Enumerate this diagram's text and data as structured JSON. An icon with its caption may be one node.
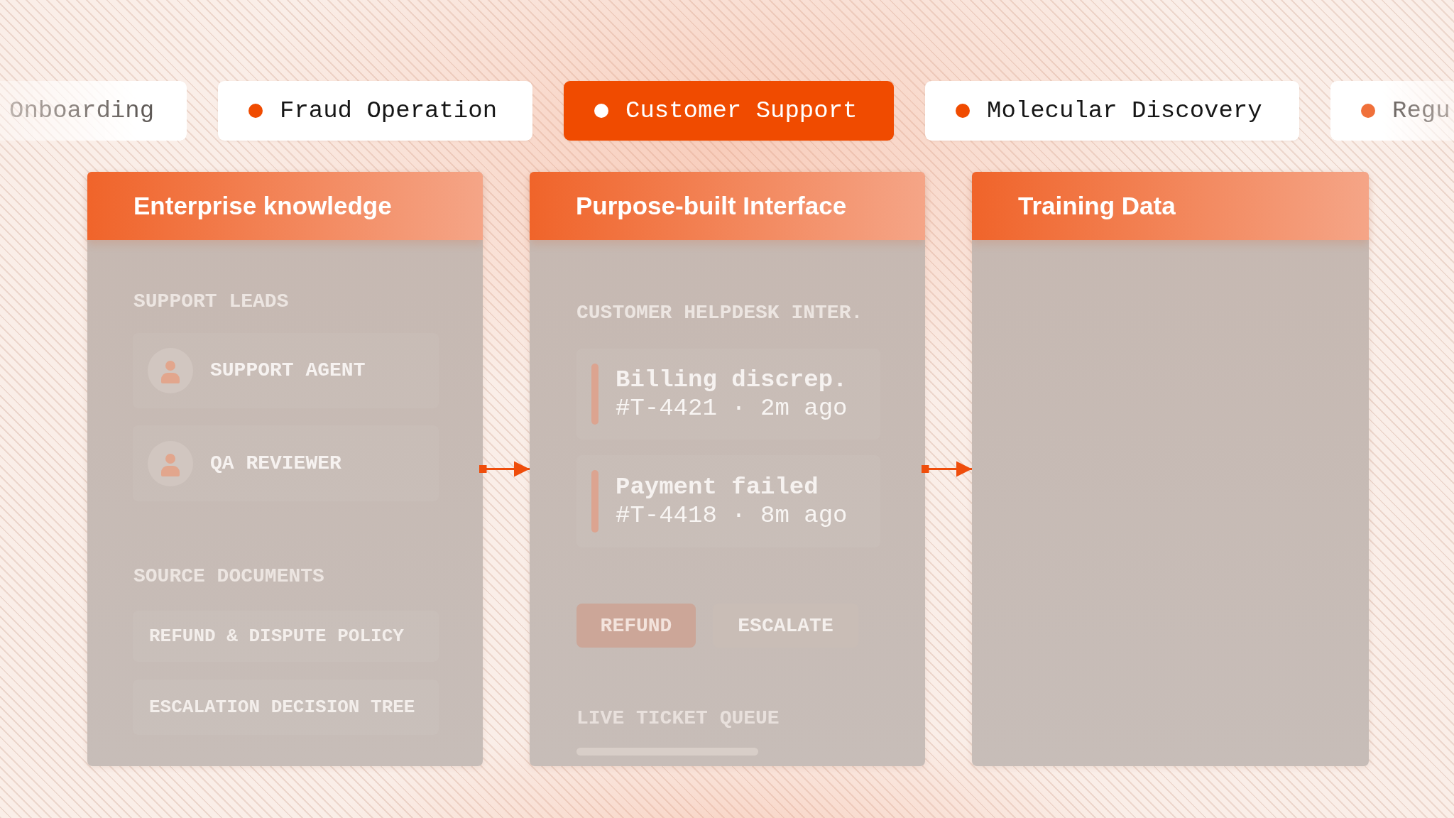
{
  "diagram": {
    "nodes": [
      {
        "text": [
          "Onboarding"
        ]
      },
      {
        "text": [
          "Fraud Operation"
        ]
      },
      {
        "text": [
          "Customer Support"
        ]
      },
      {
        "text": [
          "Molecular Discovery"
        ]
      },
      {
        "text": [
          "Regu"
        ]
      },
      {
        "text": [
          "Enterprise knowledge",
          "SUPPORT LEADS",
          "SOURCE DOCUMENTS"
        ]
      },
      {
        "text": [
          "SUPPORT AGENT"
        ],
        "in": 5
      },
      {
        "text": [
          "QA REVIEWER"
        ],
        "in": 5
      },
      {
        "text": [
          "REFUND & DISPUTE POLICY"
        ],
        "in": 5
      },
      {
        "text": [
          "ESCALATION DECISION TREE"
        ],
        "in": 5
      },
      {
        "text": [
          "Purpose-built Interface",
          "CUSTOMER HELPDESK INTER.",
          "LIVE TICKET QUEUE"
        ]
      },
      {
        "text": [
          "Billing discrep.",
          "#T-4421 · 2m ago"
        ],
        "in": 10
      },
      {
        "text": [
          "Payment failed",
          "#T-4418 · 8m ago"
        ],
        "in": 10
      },
      {
        "text": [
          "REFUND"
        ],
        "in": 10
      },
      {
        "text": [
          "ESCALATE"
        ],
        "in": 10
      },
      {
        "text": [
          "Training Data"
        ]
      }
    ],
    "edges": [
      {
        "from": 5,
        "to": 10,
        "arrow": "to"
      },
      {
        "from": 10,
        "to": 15,
        "arrow": "to"
      }
    ]
  }
}
